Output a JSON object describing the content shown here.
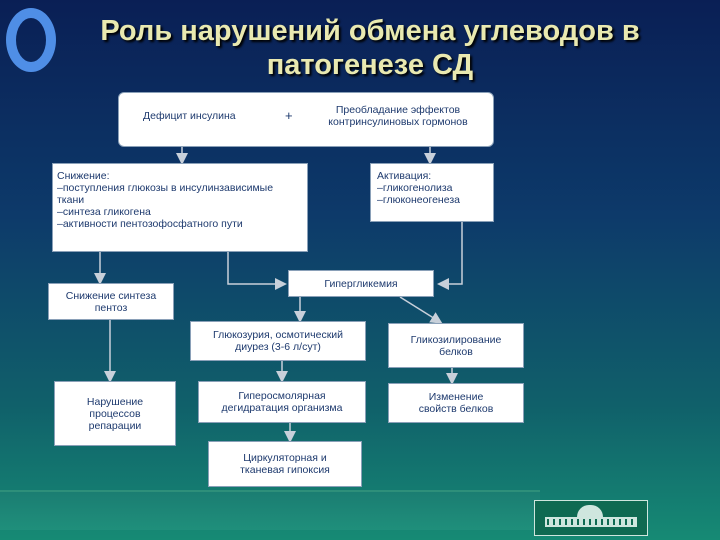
{
  "title": {
    "line1": "Роль нарушений обмена углеводов в",
    "line2": "патогенезе СД"
  },
  "top": {
    "insulin": "Дефицит инсулина",
    "plus": "+",
    "contra1": "Преобладание эффектов",
    "contra2": "контринсулиновых гормонов"
  },
  "decrease": {
    "l1": "Снижение:",
    "l2": "–поступления глюкозы в инсулинзависимые",
    "l3": "ткани",
    "l4": "–синтеза гликогена",
    "l5": "–активности пентозофосфатного пути"
  },
  "activation": {
    "l1": "Активация:",
    "l2": "–гликогенолиза",
    "l3": "–глюконеогенеза"
  },
  "hyperglycemia": "Гипергликемия",
  "pentose": {
    "l1": "Снижение синтеза",
    "l2": "пентоз"
  },
  "glucosuria": {
    "l1": "Глюкозурия, осмотический",
    "l2": "диурез (3-6 л/сут)"
  },
  "glycosylation": {
    "l1": "Гликозилирование",
    "l2": "белков"
  },
  "repair": {
    "l1": "Нарушение",
    "l2": "процессов",
    "l3": "репарации"
  },
  "dehydration": {
    "l1": "Гиперосмолярная",
    "l2": "дегидратация организма"
  },
  "protein_change": {
    "l1": "Изменение",
    "l2": "свойств белков"
  },
  "hypoxia": {
    "l1": "Циркуляторная и",
    "l2": "тканевая гипоксия"
  },
  "colors": {
    "title": "#e9e9b0",
    "text": "#1e3a6e",
    "arrow": "#c8d0da",
    "ring": "#4f8ee6"
  }
}
